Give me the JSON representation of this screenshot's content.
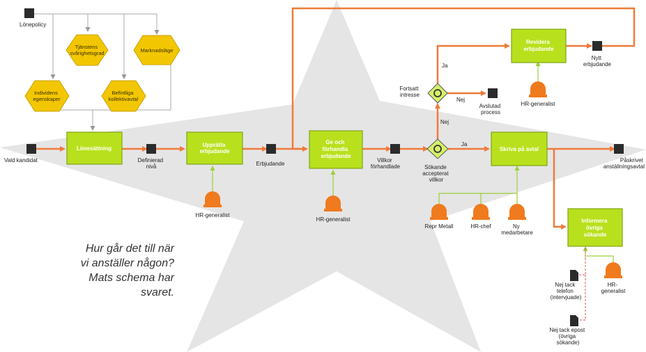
{
  "colors": {
    "arrow": "#f07a3a",
    "process_fill": "#b9e01d",
    "process_stroke": "#7fa418",
    "hexagon_fill": "#f2c600",
    "hexagon_stroke": "#c9a300",
    "gateway_fill": "#d5ef6a",
    "actor_fill": "#f07a1e",
    "data_fill": "#2b2b2b",
    "background_star": "#cccccc",
    "guide_line": "#aaaaaa",
    "feedback_line": "#9ccf3a"
  },
  "labels": {
    "lonepolicy": "Lönepolicy",
    "vald_kandidat": "Vald kandidat",
    "definierad_niva": [
      "Definierad",
      "nivå"
    ],
    "erbjudande": "Erbjudande",
    "villkor": [
      "Villkor",
      "förhandlade"
    ],
    "sokande": [
      "Sökande",
      "accepterat",
      "villkor"
    ],
    "fortsatt": [
      "Fortsatt",
      "intresse"
    ],
    "ja_top": "Ja",
    "nej_right": "Nej",
    "nej_down": "Nej",
    "ja_right": "Ja",
    "avslutad": [
      "Avslutad",
      "process"
    ],
    "nytt": [
      "Nytt",
      "erbjudande"
    ],
    "paskrivet": [
      "Påskrivet",
      "anställningsavtal"
    ],
    "nej_tack_telefon": [
      "Nej tack",
      "telefon",
      "(intervjuade)"
    ],
    "nej_tack_epost": [
      "Nej tack epost",
      "(övriga",
      "sökande)"
    ]
  },
  "process_boxes": {
    "lonesattning": [
      "Lönesättning"
    ],
    "upprätta": [
      "Upprätta",
      "erbjudande"
    ],
    "ge_forhandla": [
      "Ge och",
      "förhandla",
      "erbjudande"
    ],
    "revidera": [
      "Revidera",
      "erbjudande"
    ],
    "skriva": [
      "Skriva på avtal"
    ],
    "informera": [
      "Informera",
      "övriga",
      "sökande"
    ]
  },
  "hexagons": {
    "tjansters": [
      "Tjänstens",
      "svårighetsgrad"
    ],
    "marknadslage": [
      "Marknadsläge"
    ],
    "individens": [
      "Individens",
      "egenskaper"
    ],
    "befintliga": [
      "Befintliga",
      "kollektivavtal"
    ]
  },
  "actors": {
    "hr1": "HR-generalist",
    "hr2": "HR-generalist",
    "hr3": "HR-generalist",
    "repr": "Repr Metall",
    "hrchef": "HR-chef",
    "ny": [
      "Ny",
      "medarbetare"
    ],
    "hr4": [
      "HR-",
      "generalist"
    ]
  },
  "caption": [
    "Hur går det till när",
    "vi anställer någon?",
    "Mats schema har",
    "svaret."
  ]
}
